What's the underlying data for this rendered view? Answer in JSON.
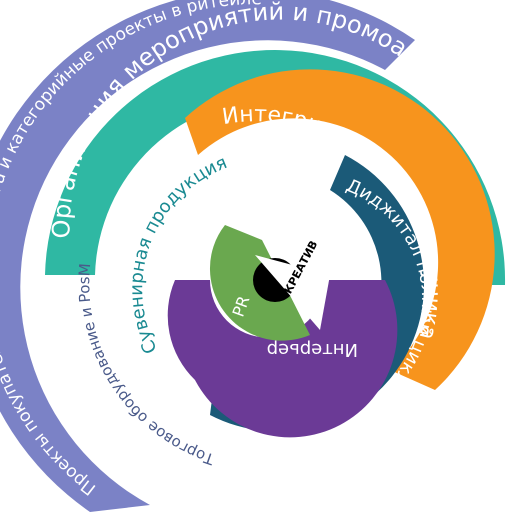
{
  "rings": [
    {
      "id": "retail",
      "label": "Проекты покупательского маркетинга и категорийные проекты в ритейле",
      "color": "#7b82c6",
      "text_color": "#ffffff"
    },
    {
      "id": "trade",
      "label": "Торговое оборудование и PosM",
      "color": "#ffffff",
      "text_color": "#4a5a8a"
    },
    {
      "id": "events",
      "label": "Организация мероприятий и промоакций",
      "color": "#2fb8a3",
      "text_color": "#ffffff"
    },
    {
      "id": "souvenir",
      "label": "Сувенирная продукция",
      "color": "#ffffff",
      "text_color": "#1a8a92"
    },
    {
      "id": "integrated",
      "label": "Интегрированные коммуникации",
      "color": "#f7941d",
      "text_color": "#ffffff"
    },
    {
      "id": "digital",
      "label": "Диджитал полный цикл",
      "color": "#1b5a78",
      "text_color": "#ffffff"
    },
    {
      "id": "interior",
      "label": "Интерьер",
      "color": "#6b3a96",
      "text_color": "#ffffff"
    },
    {
      "id": "pr",
      "label": "PR",
      "color": "#6aa84f",
      "text_color": "#ffffff"
    },
    {
      "id": "creative",
      "label": "КРЕАТИВ",
      "color": "#000000",
      "text_color": "#000000"
    }
  ]
}
